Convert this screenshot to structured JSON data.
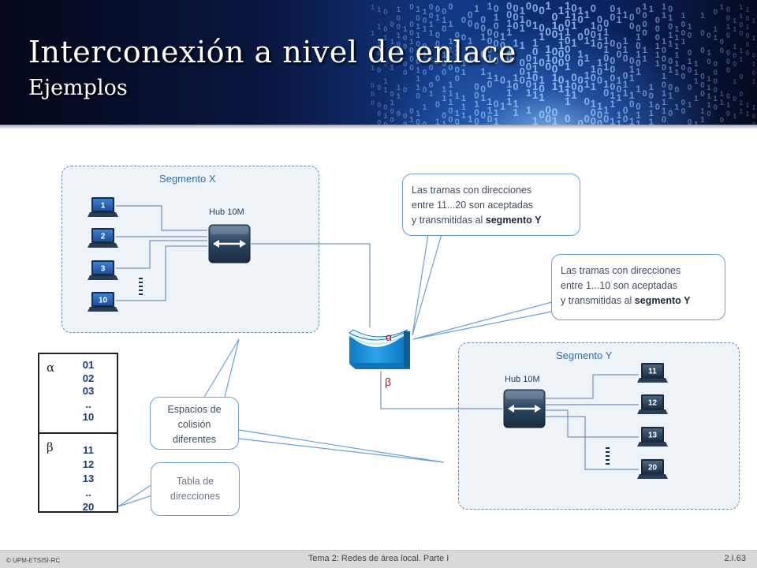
{
  "slide": {
    "title": "Interconexión a nivel de enlace",
    "subtitle": "Ejemplos"
  },
  "segment_x": {
    "label": "Segmento X",
    "hub_label": "Hub 10M",
    "stations": [
      "1",
      "2",
      "3",
      "10"
    ]
  },
  "segment_y": {
    "label": "Segmento Y",
    "hub_label": "Hub 10M",
    "stations": [
      "11",
      "12",
      "13",
      "20"
    ]
  },
  "bridge": {
    "port_alpha": "α",
    "port_beta": "β"
  },
  "callouts": {
    "top_line1": "Las tramas con  direcciones",
    "top_line2": "entre 11...20 son aceptadas",
    "top_line3_prefix": "y transmitidas al ",
    "top_line3_bold": "segmento Y",
    "right_line1": "Las tramas con  direcciones",
    "right_line2": "entre 1...10 son aceptadas",
    "right_line3_prefix": "y transmitidas al ",
    "right_line3_bold": "segmento Y",
    "collision_line1": "Espacios de",
    "collision_line2": "colisión",
    "collision_line3": "diferentes",
    "table_line1": "Tabla de",
    "table_line2": "direcciones"
  },
  "address_table": {
    "alpha_symbol": "α",
    "alpha_addresses": [
      "01",
      "02",
      "03",
      "..",
      "10"
    ],
    "beta_symbol": "β",
    "beta_addresses": [
      "11",
      "12",
      "13",
      "..",
      "20"
    ]
  },
  "footer": {
    "left": "© UPM-ETSISI-RC",
    "center": "Tema 2: Redes de área local. Parte I",
    "right": "2.I.63"
  },
  "colors": {
    "accent": "#3a6aa8",
    "segment_border": "#6a8db8",
    "callout_border": "#6a9fd8",
    "bridge": "#1592d8",
    "table_text": "#1e3a78"
  }
}
